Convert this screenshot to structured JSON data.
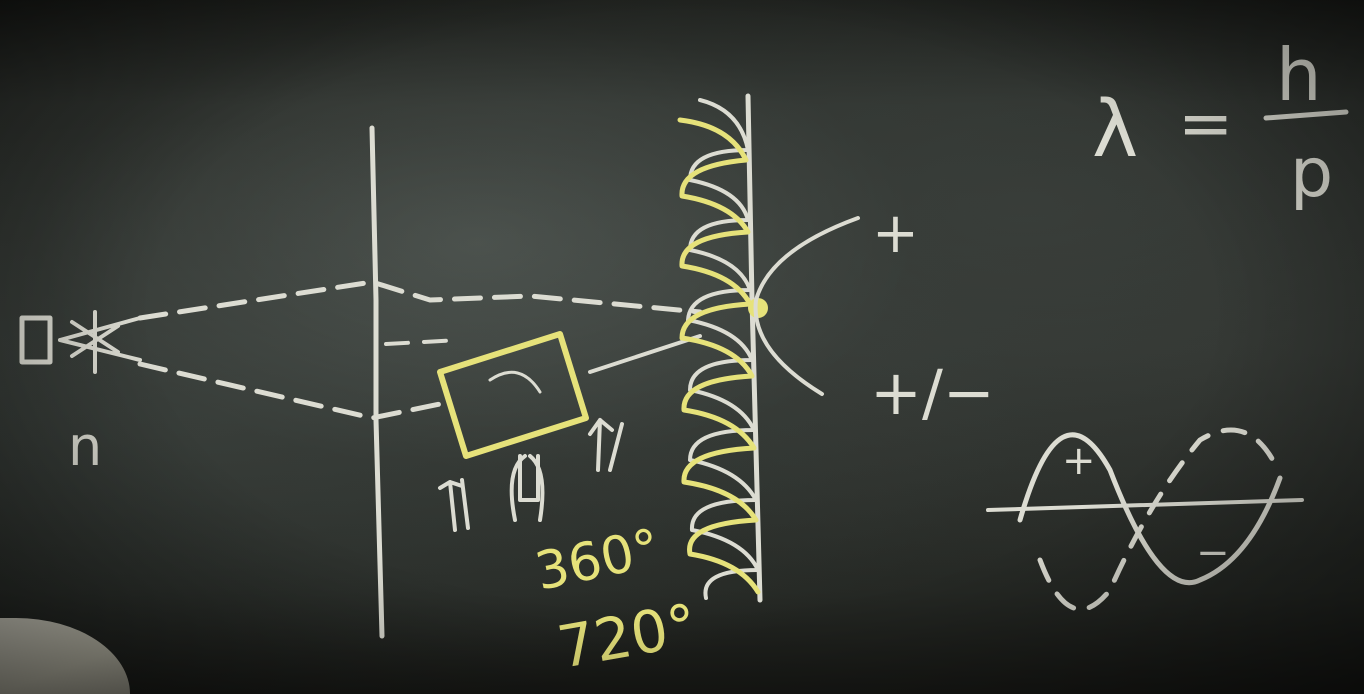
{
  "board": {
    "chalk_color": "#dcdcd2",
    "accent_chalk_color": "#e6e27a",
    "background_color": "#2f322e"
  },
  "labels": {
    "source": "n",
    "angle_1": "360°",
    "angle_2": "720°",
    "sign_plus": "+",
    "sign_plus_minus": "+/−",
    "wave_plus": "+",
    "wave_minus": "−",
    "lambda": "λ",
    "equals": "=",
    "h": "h",
    "p": "p"
  }
}
